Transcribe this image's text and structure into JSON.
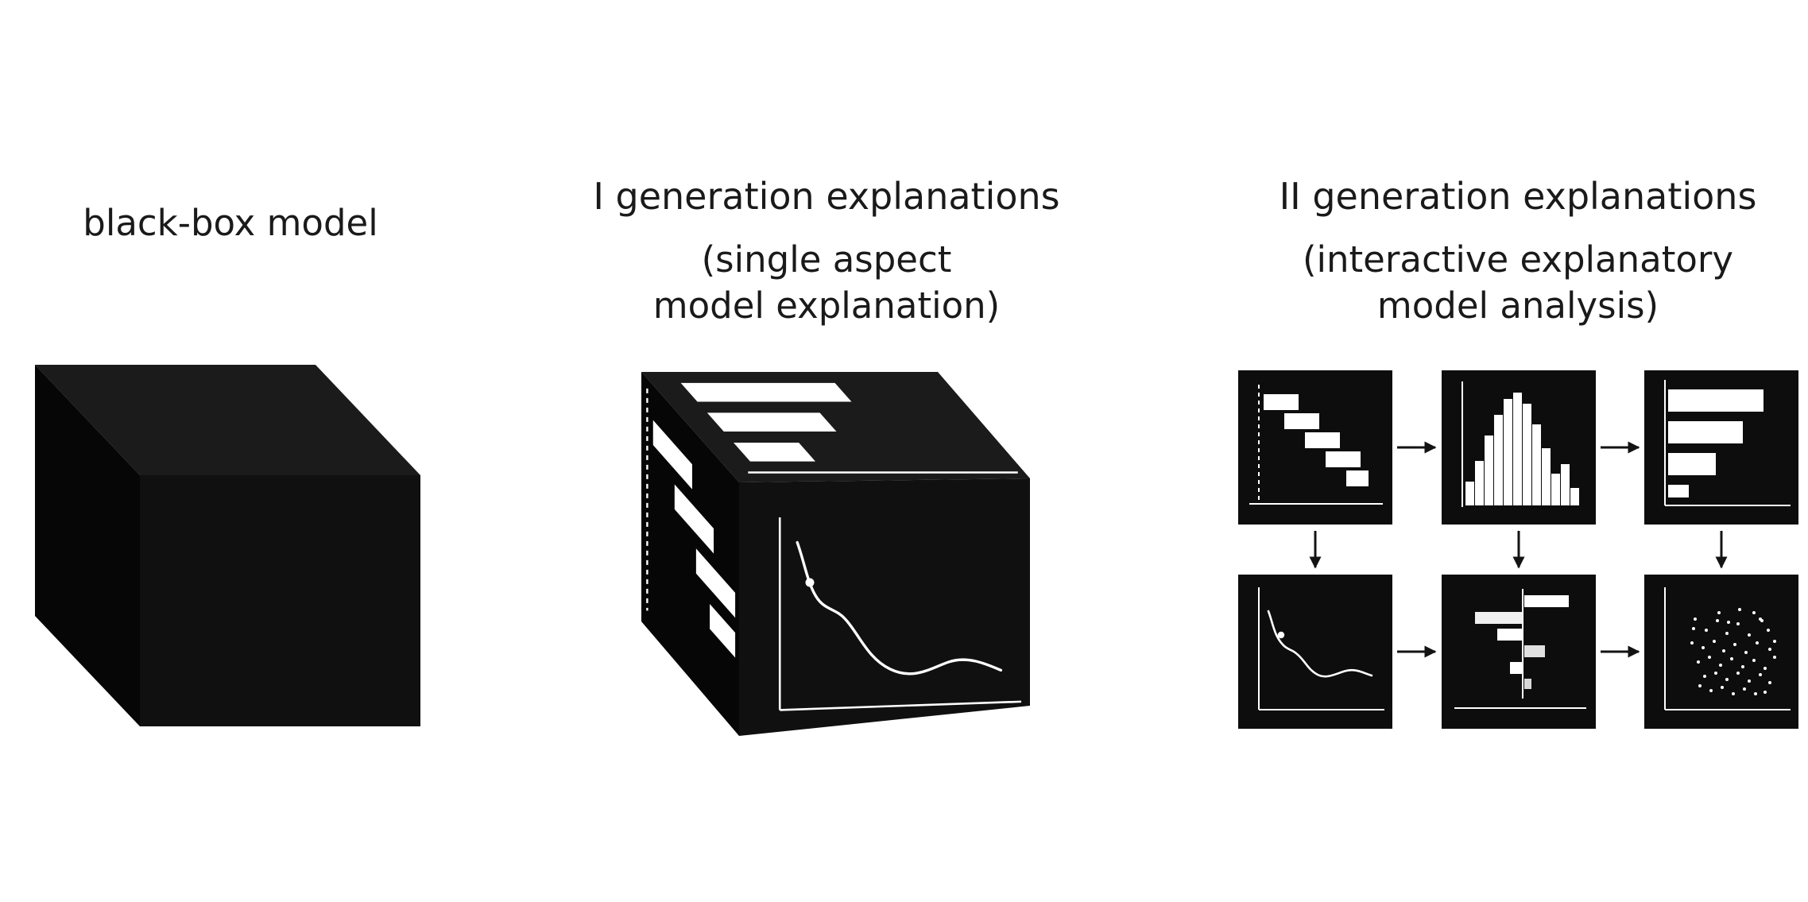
{
  "figure": {
    "background": "#ffffff",
    "text_color": "#1a1a1a"
  },
  "panels": {
    "blackbox": {
      "title": "black-box model"
    },
    "gen1": {
      "title": "I generation explanations",
      "subtitle_line1": "(single aspect",
      "subtitle_line2": "model explanation)",
      "cube_face_charts": [
        "feature-importance-bar-chart",
        "breakdown-steps-chart",
        "profile-line-chart"
      ]
    },
    "gen2": {
      "title": "II generation explanations",
      "subtitle_line1": "(interactive explanatory",
      "subtitle_line2": "model analysis)",
      "tiles": [
        {
          "icon": "breakdown-steps-chart"
        },
        {
          "icon": "histogram-chart"
        },
        {
          "icon": "horizontal-bar-chart"
        },
        {
          "icon": "profile-line-chart"
        },
        {
          "icon": "waterfall-chart"
        },
        {
          "icon": "scatter-plot-chart"
        }
      ]
    }
  },
  "colors": {
    "cube_top": "#1b1b1b",
    "cube_front": "#101010",
    "cube_side": "#060606",
    "tile_background": "#0d0d0d",
    "chart_ink": "#ffffff",
    "arrow": "#131313"
  }
}
